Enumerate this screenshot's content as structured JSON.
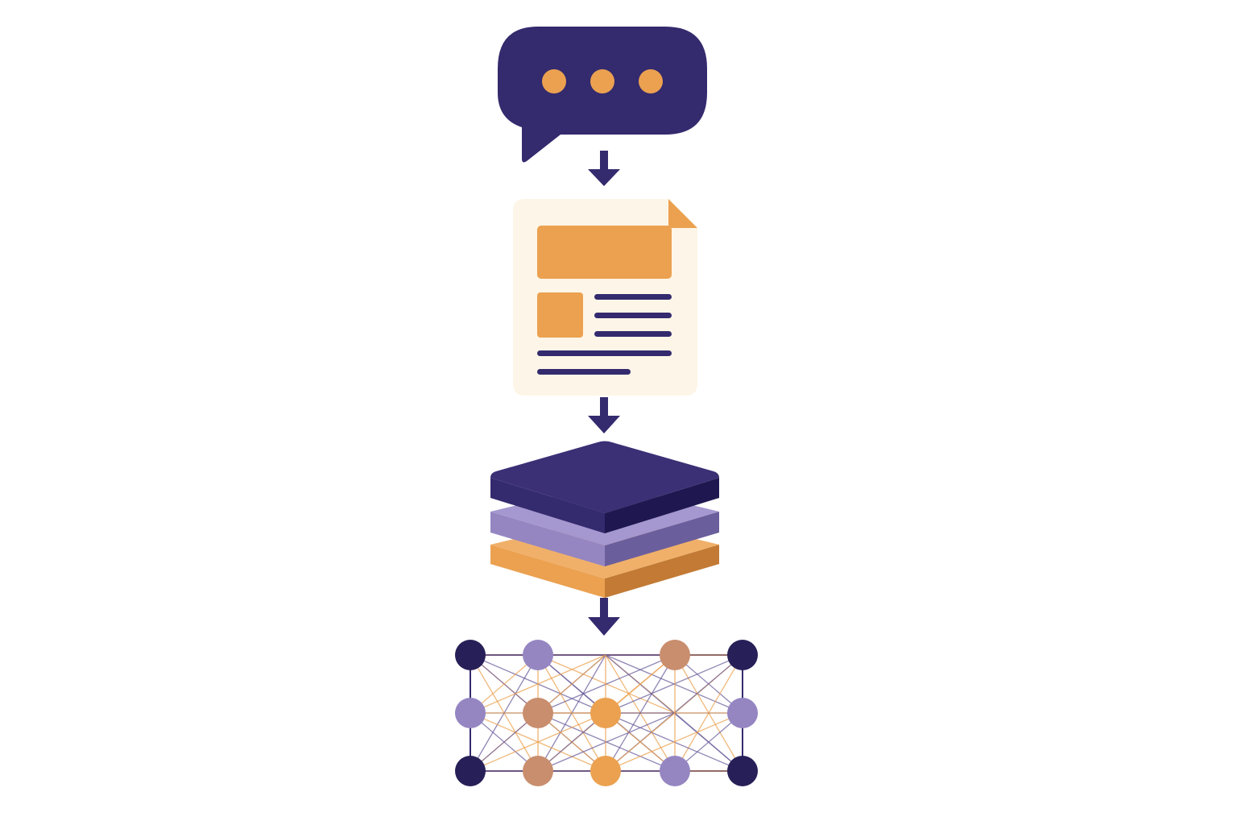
{
  "colors": {
    "background": "#ffffff",
    "navy": "#342a6e",
    "navy_dark": "#271f57",
    "orange": "#eba150",
    "orange_dark": "#c27a34",
    "lavender": "#9586c2",
    "lavender_dark": "#6b5e9c",
    "cream": "#fdf5e7",
    "node_tan": "#c98e6e",
    "node_mauve": "#ad92a2"
  },
  "diagram": {
    "flow": [
      {
        "step": 1,
        "icon": "chat-bubble-icon"
      },
      {
        "step": 2,
        "icon": "document-icon"
      },
      {
        "step": 3,
        "icon": "layer-stack-icon"
      },
      {
        "step": 4,
        "icon": "node-network-icon"
      }
    ],
    "connectors": [
      {
        "from": 1,
        "to": 2,
        "icon": "arrow-down-icon"
      },
      {
        "from": 2,
        "to": 3,
        "icon": "arrow-down-icon"
      },
      {
        "from": 3,
        "to": 4,
        "icon": "arrow-down-icon"
      }
    ],
    "chat_bubble": {
      "dots": 3
    },
    "document": {
      "text_lines": 5,
      "image_blocks": 2
    },
    "layer_stack": {
      "layers": [
        "navy",
        "lavender",
        "orange"
      ]
    },
    "network": {
      "rows": 3,
      "columns": 5,
      "node_colors": [
        [
          "navy",
          "lavender",
          "none",
          "node_tan",
          "navy"
        ],
        [
          "lavender",
          "node_tan",
          "orange",
          "none",
          "lavender"
        ],
        [
          "navy",
          "node_tan",
          "orange",
          "lavender",
          "navy"
        ]
      ]
    }
  }
}
